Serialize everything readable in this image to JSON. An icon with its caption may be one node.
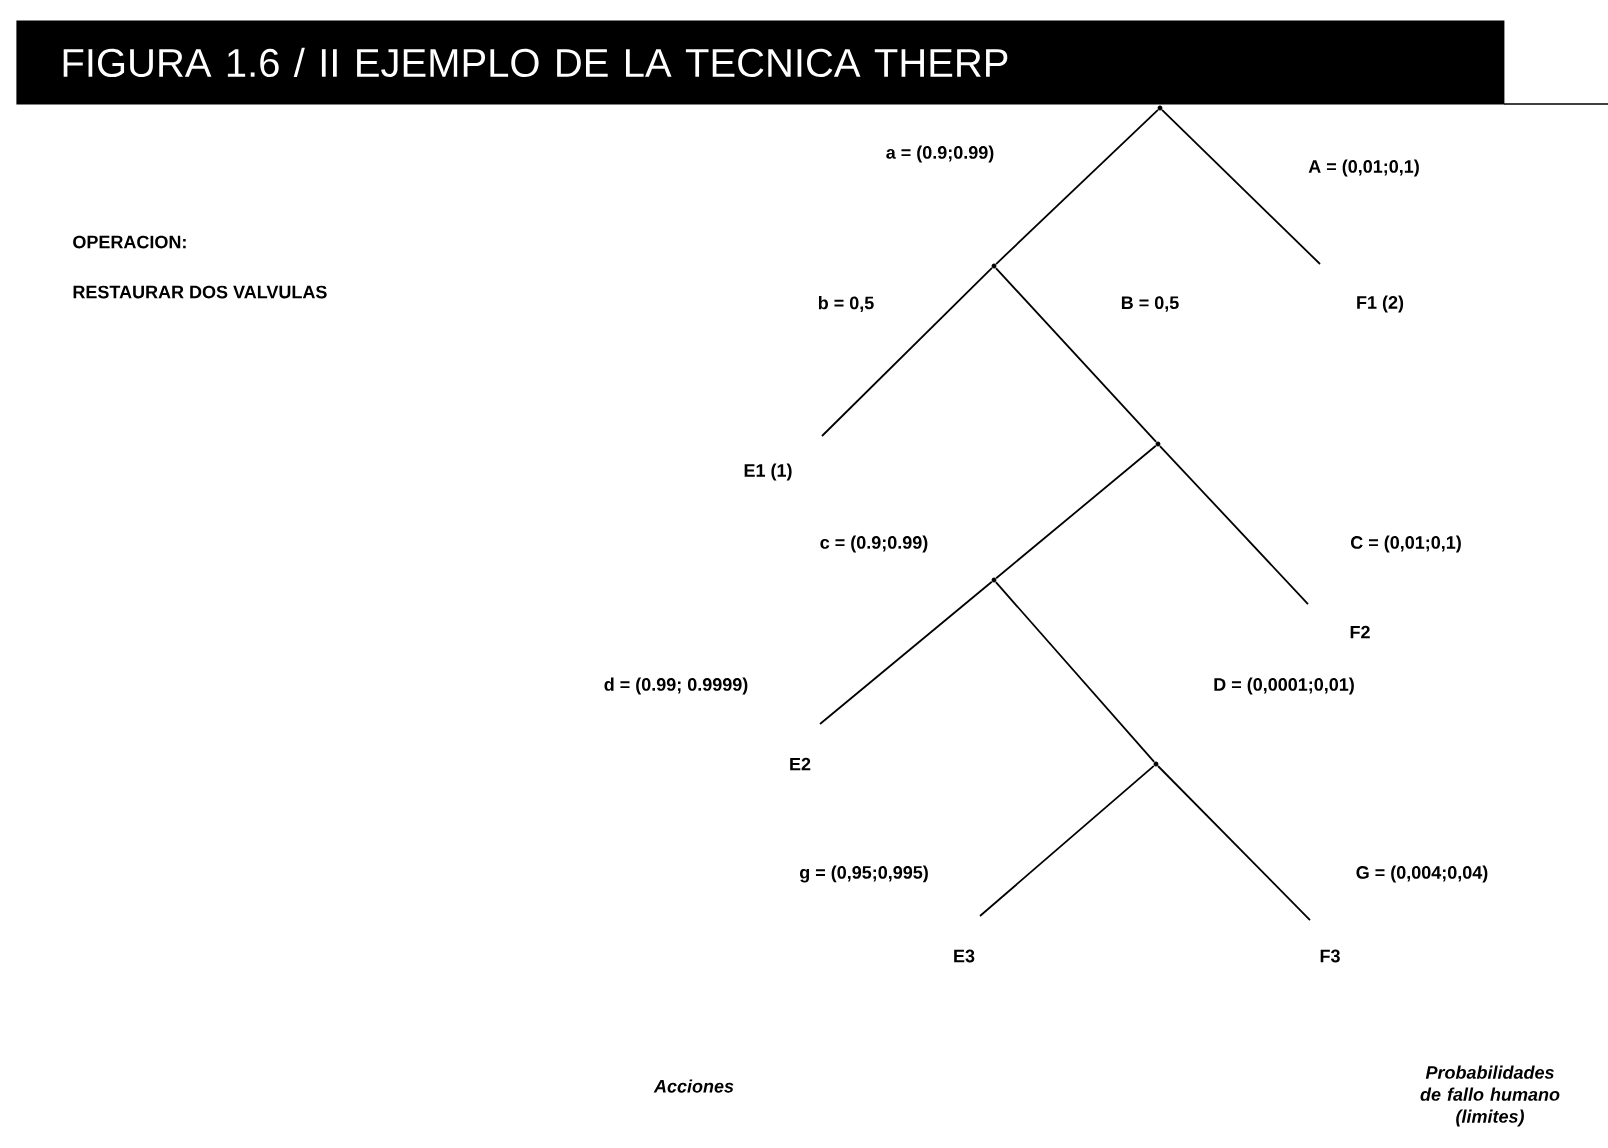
{
  "diagram": {
    "title": "FIGURA 1.6 / II EJEMPLO DE LA TECNICA THERP",
    "nodes": [
      {
        "text": [],
        "shape": "point"
      },
      {
        "text": [],
        "shape": "point"
      },
      {
        "text": [
          "F1 (2)"
        ]
      },
      {
        "text": [
          "E1 (1)"
        ]
      },
      {
        "text": [],
        "shape": "point"
      },
      {
        "text": [],
        "shape": "point"
      },
      {
        "text": [
          "F2"
        ]
      },
      {
        "text": [
          "E2"
        ]
      },
      {
        "text": [],
        "shape": "point"
      },
      {
        "text": [
          "E3"
        ]
      },
      {
        "text": [
          "F3"
        ]
      }
    ],
    "edges": [
      {
        "from": 0,
        "to": 1,
        "arrow": "none",
        "label": "a = (0.9;0.99)"
      },
      {
        "from": 0,
        "to": 2,
        "arrow": "none",
        "label": "A = (0,01;0,1)"
      },
      {
        "from": 1,
        "to": 3,
        "arrow": "none",
        "label": "b = 0,5"
      },
      {
        "from": 1,
        "to": 4,
        "arrow": "none",
        "label": "B = 0,5"
      },
      {
        "from": 4,
        "to": 5,
        "arrow": "none",
        "label": "c = (0.9;0.99)"
      },
      {
        "from": 4,
        "to": 6,
        "arrow": "none",
        "label": "C = (0,01;0,1)"
      },
      {
        "from": 5,
        "to": 7,
        "arrow": "none",
        "label": "d = (0.99; 0.9999)"
      },
      {
        "from": 5,
        "to": 8,
        "arrow": "none",
        "label": "D = (0,0001;0,01)"
      },
      {
        "from": 8,
        "to": 9,
        "arrow": "none",
        "label": "g = (0,95;0,995)"
      },
      {
        "from": 8,
        "to": 10,
        "arrow": "none",
        "label": "G = (0,004;0,04)"
      }
    ],
    "labels": [
      "OPERACION:",
      "RESTAURAR DOS VALVULAS",
      "Acciones",
      "Probabilidades de fallo humano (limites)"
    ]
  }
}
